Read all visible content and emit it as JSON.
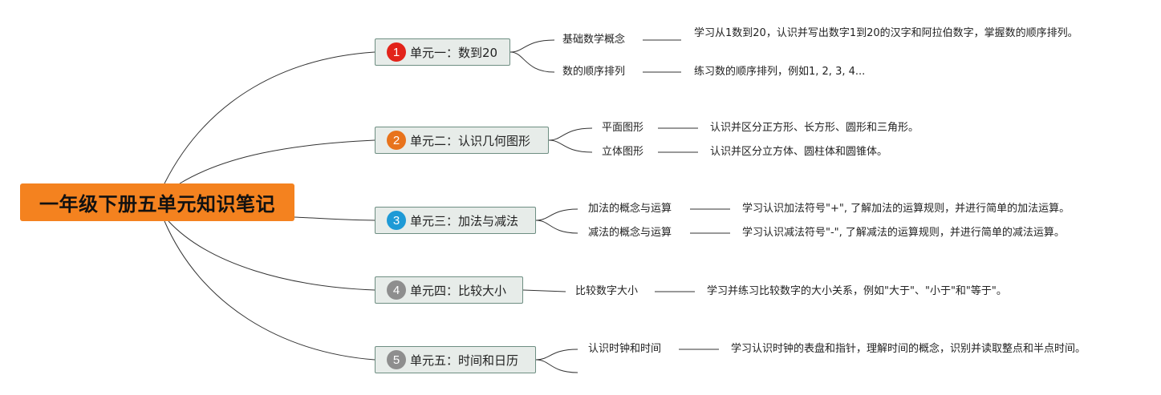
{
  "root": {
    "title": "一年级下册五单元知识笔记",
    "color": "#F4821F"
  },
  "units": [
    {
      "number": "1",
      "title": "单元一：数到20",
      "badge_color": "#E2231A",
      "topics": [
        {
          "name": "基础数学概念",
          "detail": "学习从1数到20，认识并写出数字1到20的汉字和阿拉伯数字，掌握数的顺序排列。"
        },
        {
          "name": "数的顺序排列",
          "detail": "练习数的顺序排列，例如1, 2, 3, 4..."
        }
      ]
    },
    {
      "number": "2",
      "title": "单元二：认识几何图形",
      "badge_color": "#E8731C",
      "topics": [
        {
          "name": "平面图形",
          "detail": "认识并区分正方形、长方形、圆形和三角形。"
        },
        {
          "name": "立体图形",
          "detail": "认识并区分立方体、圆柱体和圆锥体。"
        }
      ]
    },
    {
      "number": "3",
      "title": "单元三：加法与减法",
      "badge_color": "#1E9AD6",
      "topics": [
        {
          "name": "加法的概念与运算",
          "detail": "学习认识加法符号\"+\", 了解加法的运算规则，并进行简单的加法运算。"
        },
        {
          "name": "减法的概念与运算",
          "detail": "学习认识减法符号\"-\", 了解减法的运算规则，并进行简单的减法运算。"
        }
      ]
    },
    {
      "number": "4",
      "title": "单元四：比较大小",
      "badge_color": "#8E8E8E",
      "topics": [
        {
          "name": "比较数字大小",
          "detail": "学习并练习比较数字的大小关系，例如\"大于\"、\"小于\"和\"等于\"。"
        }
      ]
    },
    {
      "number": "5",
      "title": "单元五：时间和日历",
      "badge_color": "#8E8E8E",
      "topics": [
        {
          "name": "认识时钟和时间",
          "detail": "学习认识时钟的表盘和指针，理解时间的概念，识别并读取整点和半点时间。"
        },
        {
          "name": "",
          "detail": ""
        }
      ]
    }
  ]
}
